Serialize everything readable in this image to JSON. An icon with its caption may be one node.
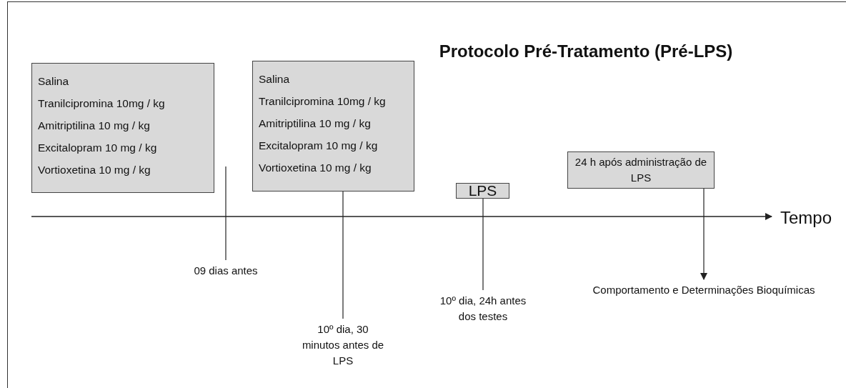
{
  "diagram": {
    "title": "Protocolo Pré-Tratamento (Pré-LPS)",
    "nodes": [
      {
        "text": [
          "Salina",
          "Tranilcipromina 10mg / kg",
          "Amitriptilina 10 mg / kg",
          "Excitalopram 10 mg / kg",
          "Vortioxetina 10 mg / kg"
        ]
      },
      {
        "text": [
          "Salina",
          "Tranilcipromina 10mg / kg",
          "Amitriptilina 10 mg / kg",
          "Excitalopram 10 mg / kg",
          "Vortioxetina 10 mg / kg"
        ]
      },
      {
        "text": [
          "LPS"
        ]
      },
      {
        "text": [
          "24 h após administração de LPS"
        ]
      },
      {
        "text": [
          "09 dias antes"
        ]
      },
      {
        "text": [
          "10º dia, 30 minutos antes de LPS"
        ]
      },
      {
        "text": [
          "10º dia, 24h antes dos testes"
        ]
      },
      {
        "text": [
          "Comportamento e Determinações Bioquímicas"
        ]
      }
    ],
    "edges": [
      {
        "from": null,
        "to": 4,
        "arrow": "none"
      },
      {
        "from": 1,
        "to": 5,
        "arrow": "none"
      },
      {
        "from": 2,
        "to": 6,
        "arrow": "none"
      },
      {
        "from": 3,
        "to": 7,
        "arrow": "to"
      }
    ],
    "labels": [
      "Tempo"
    ]
  }
}
